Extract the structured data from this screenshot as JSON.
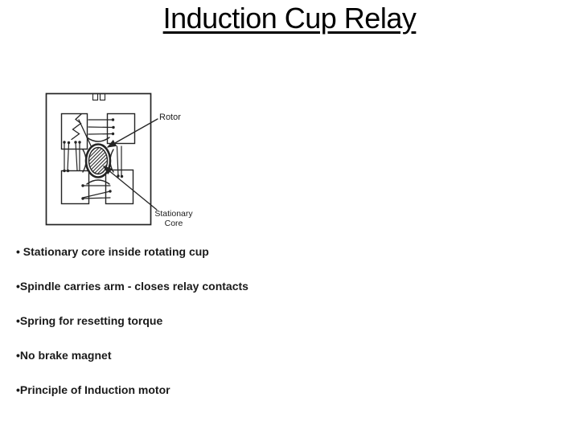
{
  "slide": {
    "title": "Induction Cup Relay",
    "figure": {
      "rotor_label": "Rotor",
      "stationary_core_label": "Stationary Core"
    },
    "bullets": [
      "• Stationary core inside rotating cup",
      "•Spindle carries arm - closes relay contacts",
      "•Spring for resetting torque",
      "•No brake magnet",
      "•Principle of Induction motor"
    ],
    "colors": {
      "background": "#ffffff",
      "title_text": "#000000",
      "body_text": "#1a1a1a",
      "diagram_line": "#242424"
    }
  }
}
